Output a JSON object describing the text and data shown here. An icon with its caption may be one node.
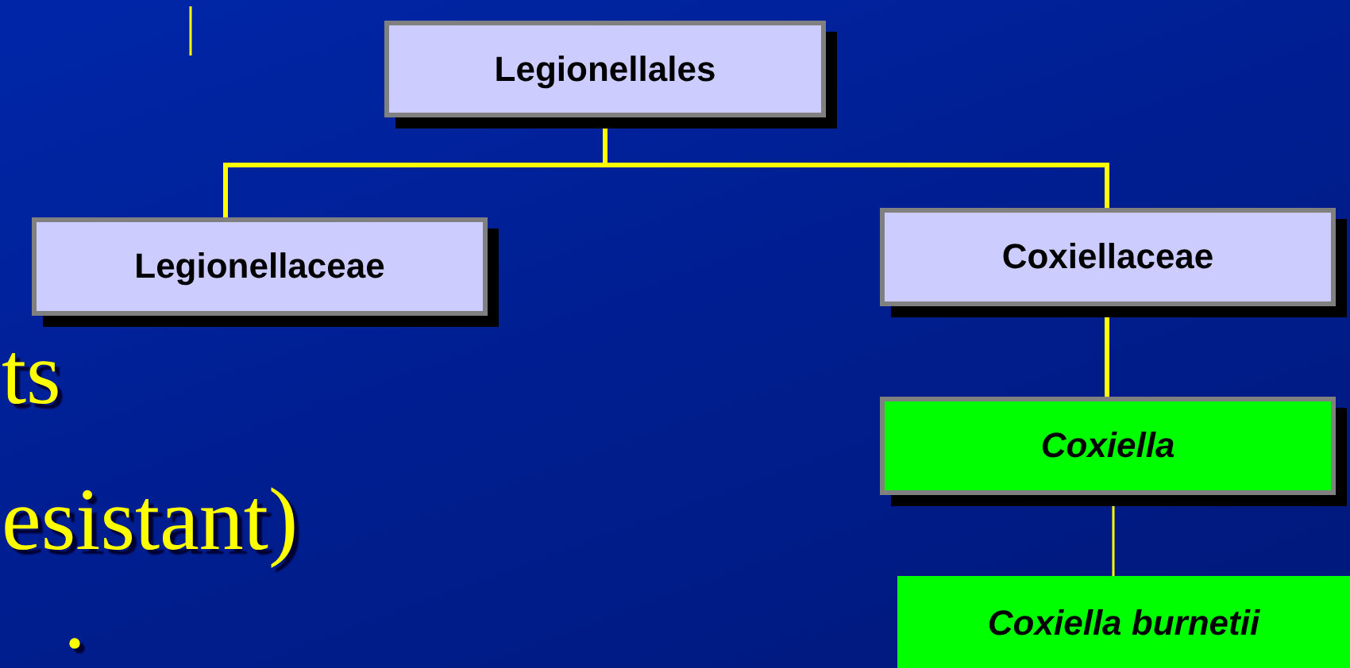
{
  "diagram": {
    "nodes": [
      {
        "text": [
          "Legionellales"
        ]
      },
      {
        "text": [
          "Legionellaceae"
        ]
      },
      {
        "text": [
          "Coxiellaceae"
        ]
      },
      {
        "text": [
          "Coxiella"
        ]
      },
      {
        "text": [
          "Coxiella burnetii"
        ]
      }
    ],
    "edges": [
      {
        "from": 0,
        "to": 1,
        "arrow": "none"
      },
      {
        "from": 0,
        "to": 2,
        "arrow": "none"
      },
      {
        "from": 2,
        "to": 3,
        "arrow": "none"
      },
      {
        "from": 3,
        "to": 4,
        "arrow": "none"
      }
    ],
    "labels": [
      "ts",
      "esistant)",
      "."
    ]
  }
}
